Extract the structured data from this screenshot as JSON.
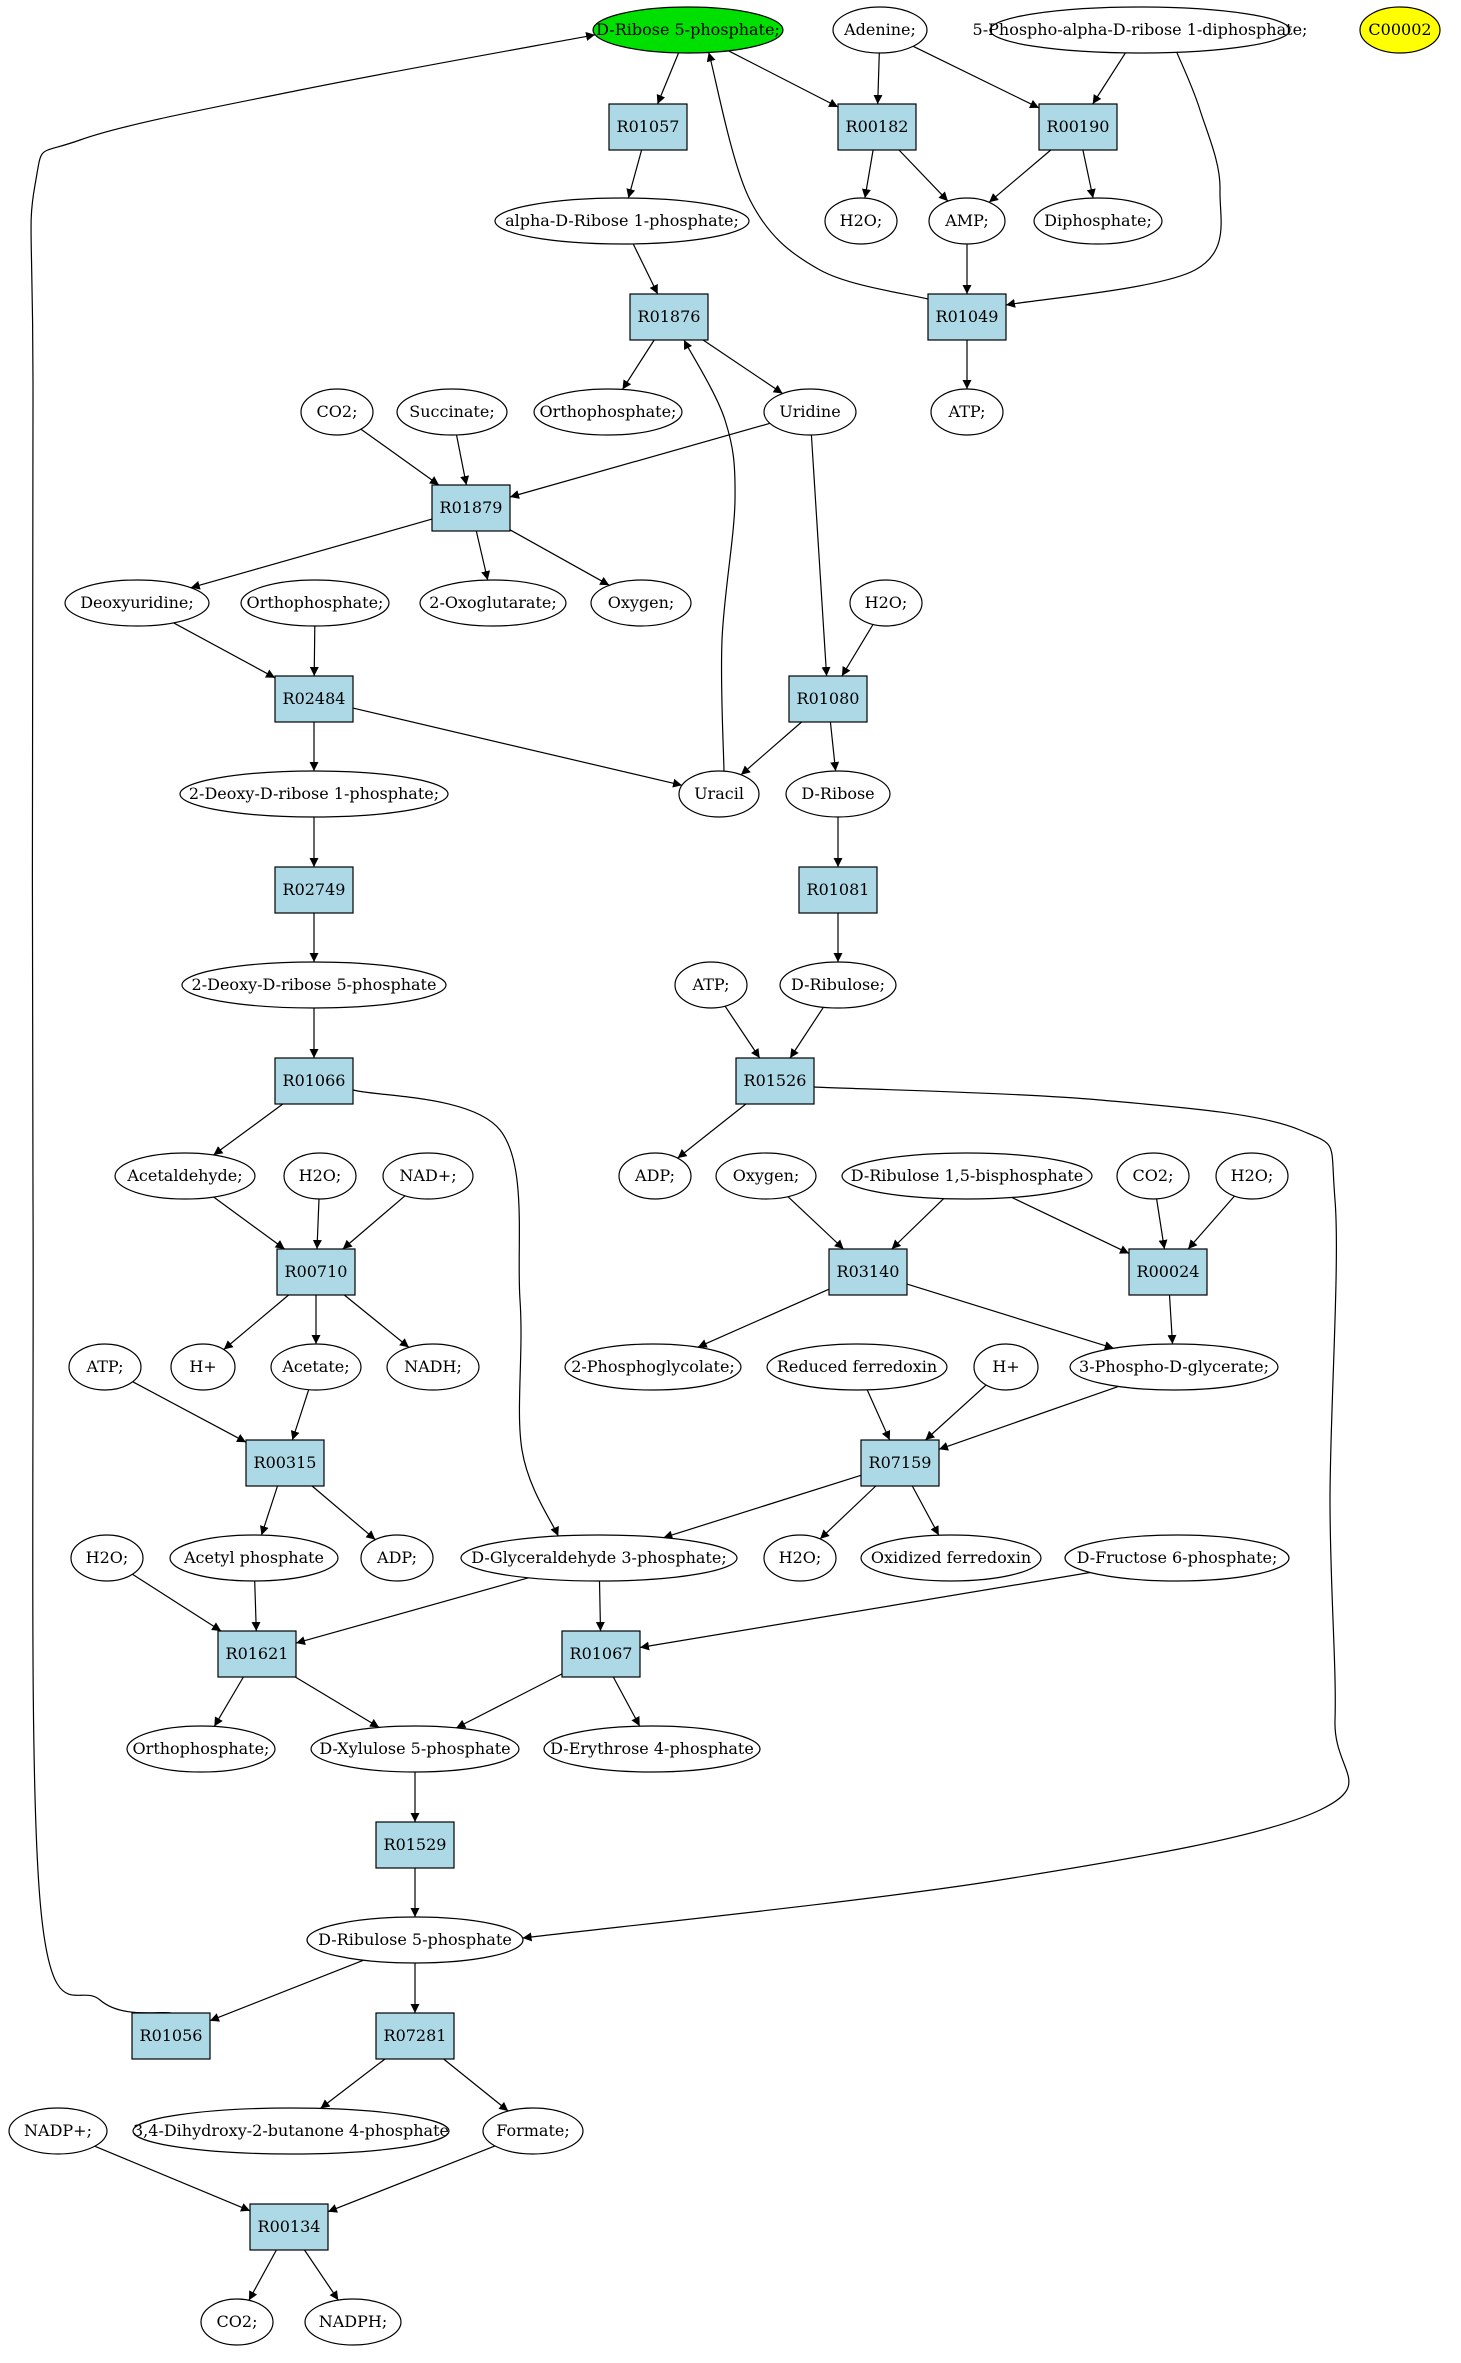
{
  "colors": {
    "compound": "#ffffff",
    "reaction": "#add8e6",
    "highlight": "#00e000",
    "marker": "#ffff00",
    "stroke": "#000000"
  },
  "nodes": [
    {
      "id": "c_r5p",
      "kind": "compound",
      "style": "highlight",
      "label": "D-Ribose 5-phosphate;"
    },
    {
      "id": "c_adenine",
      "kind": "compound",
      "label": "Adenine;"
    },
    {
      "id": "c_prpp",
      "kind": "compound",
      "label": "5-Phospho-alpha-D-ribose 1-diphosphate;"
    },
    {
      "id": "c_c00002",
      "kind": "compound",
      "style": "marker",
      "label": "C00002"
    },
    {
      "id": "r_R01057",
      "kind": "reaction",
      "label": "R01057"
    },
    {
      "id": "r_R00182",
      "kind": "reaction",
      "label": "R00182"
    },
    {
      "id": "r_R00190",
      "kind": "reaction",
      "label": "R00190"
    },
    {
      "id": "c_adr1p",
      "kind": "compound",
      "label": "alpha-D-Ribose 1-phosphate;"
    },
    {
      "id": "c_h2o_1",
      "kind": "compound",
      "label": "H2O;"
    },
    {
      "id": "c_amp",
      "kind": "compound",
      "label": "AMP;"
    },
    {
      "id": "c_diphos",
      "kind": "compound",
      "label": "Diphosphate;"
    },
    {
      "id": "r_R01876",
      "kind": "reaction",
      "label": "R01876"
    },
    {
      "id": "r_R01049",
      "kind": "reaction",
      "label": "R01049"
    },
    {
      "id": "c_co2_1",
      "kind": "compound",
      "label": "CO2;"
    },
    {
      "id": "c_succ",
      "kind": "compound",
      "label": "Succinate;"
    },
    {
      "id": "c_ortho_1",
      "kind": "compound",
      "label": "Orthophosphate;"
    },
    {
      "id": "c_uridine",
      "kind": "compound",
      "label": "Uridine"
    },
    {
      "id": "c_atp_1",
      "kind": "compound",
      "label": "ATP;"
    },
    {
      "id": "r_R01879",
      "kind": "reaction",
      "label": "R01879"
    },
    {
      "id": "c_deoxyu",
      "kind": "compound",
      "label": "Deoxyuridine;"
    },
    {
      "id": "c_ortho_2",
      "kind": "compound",
      "label": "Orthophosphate;"
    },
    {
      "id": "c_oxoglu",
      "kind": "compound",
      "label": "2-Oxoglutarate;"
    },
    {
      "id": "c_oxygen_1",
      "kind": "compound",
      "label": "Oxygen;"
    },
    {
      "id": "c_h2o_2",
      "kind": "compound",
      "label": "H2O;"
    },
    {
      "id": "r_R02484",
      "kind": "reaction",
      "label": "R02484"
    },
    {
      "id": "r_R01080",
      "kind": "reaction",
      "label": "R01080"
    },
    {
      "id": "c_dr1p",
      "kind": "compound",
      "label": "2-Deoxy-D-ribose 1-phosphate;"
    },
    {
      "id": "c_uracil",
      "kind": "compound",
      "label": "Uracil"
    },
    {
      "id": "c_dribose",
      "kind": "compound",
      "label": "D-Ribose"
    },
    {
      "id": "r_R02749",
      "kind": "reaction",
      "label": "R02749"
    },
    {
      "id": "r_R01081",
      "kind": "reaction",
      "label": "R01081"
    },
    {
      "id": "c_dr5p",
      "kind": "compound",
      "label": "2-Deoxy-D-ribose 5-phosphate"
    },
    {
      "id": "c_atp_2",
      "kind": "compound",
      "label": "ATP;"
    },
    {
      "id": "c_dribulose",
      "kind": "compound",
      "label": "D-Ribulose;"
    },
    {
      "id": "r_R01066",
      "kind": "reaction",
      "label": "R01066"
    },
    {
      "id": "r_R01526",
      "kind": "reaction",
      "label": "R01526"
    },
    {
      "id": "c_acetald",
      "kind": "compound",
      "label": "Acetaldehyde;"
    },
    {
      "id": "c_h2o_3",
      "kind": "compound",
      "label": "H2O;"
    },
    {
      "id": "c_nadp_ox",
      "kind": "compound",
      "label": "NAD+;"
    },
    {
      "id": "c_adp_1",
      "kind": "compound",
      "label": "ADP;"
    },
    {
      "id": "c_oxygen_2",
      "kind": "compound",
      "label": "Oxygen;"
    },
    {
      "id": "c_rubp",
      "kind": "compound",
      "label": "D-Ribulose 1,5-bisphosphate"
    },
    {
      "id": "c_co2_2",
      "kind": "compound",
      "label": "CO2;"
    },
    {
      "id": "c_h2o_4",
      "kind": "compound",
      "label": "H2O;"
    },
    {
      "id": "r_R00710",
      "kind": "reaction",
      "label": "R00710"
    },
    {
      "id": "r_R03140",
      "kind": "reaction",
      "label": "R03140"
    },
    {
      "id": "r_R00024",
      "kind": "reaction",
      "label": "R00024"
    },
    {
      "id": "c_atp_3",
      "kind": "compound",
      "label": "ATP;"
    },
    {
      "id": "c_hplus_1",
      "kind": "compound",
      "label": "H+"
    },
    {
      "id": "c_acetate",
      "kind": "compound",
      "label": "Acetate;"
    },
    {
      "id": "c_nadh",
      "kind": "compound",
      "label": "NADH;"
    },
    {
      "id": "c_2pg",
      "kind": "compound",
      "label": "2-Phosphoglycolate;"
    },
    {
      "id": "c_redfd",
      "kind": "compound",
      "label": "Reduced ferredoxin"
    },
    {
      "id": "c_hplus_2",
      "kind": "compound",
      "label": "H+"
    },
    {
      "id": "c_3pg",
      "kind": "compound",
      "label": "3-Phospho-D-glycerate;"
    },
    {
      "id": "r_R00315",
      "kind": "reaction",
      "label": "R00315"
    },
    {
      "id": "r_R07159",
      "kind": "reaction",
      "label": "R07159"
    },
    {
      "id": "c_h2o_5",
      "kind": "compound",
      "label": "H2O;"
    },
    {
      "id": "c_acetylp",
      "kind": "compound",
      "label": "Acetyl phosphate"
    },
    {
      "id": "c_adp_2",
      "kind": "compound",
      "label": "ADP;"
    },
    {
      "id": "c_g3p",
      "kind": "compound",
      "label": "D-Glyceraldehyde 3-phosphate;"
    },
    {
      "id": "c_h2o_6",
      "kind": "compound",
      "label": "H2O;"
    },
    {
      "id": "c_oxfd",
      "kind": "compound",
      "label": "Oxidized ferredoxin"
    },
    {
      "id": "c_f6p",
      "kind": "compound",
      "label": "D-Fructose 6-phosphate;"
    },
    {
      "id": "r_R01621",
      "kind": "reaction",
      "label": "R01621"
    },
    {
      "id": "r_R01067",
      "kind": "reaction",
      "label": "R01067"
    },
    {
      "id": "c_ortho_3",
      "kind": "compound",
      "label": "Orthophosphate;"
    },
    {
      "id": "c_xu5p",
      "kind": "compound",
      "label": "D-Xylulose 5-phosphate"
    },
    {
      "id": "c_e4p",
      "kind": "compound",
      "label": "D-Erythrose 4-phosphate"
    },
    {
      "id": "r_R01529",
      "kind": "reaction",
      "label": "R01529"
    },
    {
      "id": "c_ru5p",
      "kind": "compound",
      "label": "D-Ribulose 5-phosphate"
    },
    {
      "id": "r_R01056",
      "kind": "reaction",
      "label": "R01056"
    },
    {
      "id": "r_R07281",
      "kind": "reaction",
      "label": "R07281"
    },
    {
      "id": "c_nadp",
      "kind": "compound",
      "label": "NADP+;"
    },
    {
      "id": "c_dhbp",
      "kind": "compound",
      "label": "3,4-Dihydroxy-2-butanone 4-phosphate"
    },
    {
      "id": "c_formate",
      "kind": "compound",
      "label": "Formate;"
    },
    {
      "id": "r_R00134",
      "kind": "reaction",
      "label": "R00134"
    },
    {
      "id": "c_co2_3",
      "kind": "compound",
      "label": "CO2;"
    },
    {
      "id": "c_nadph",
      "kind": "compound",
      "label": "NADPH;"
    }
  ],
  "edges": [
    {
      "from": "c_r5p",
      "to": "r_R01057"
    },
    {
      "from": "c_r5p",
      "to": "r_R00182"
    },
    {
      "from": "c_adenine",
      "to": "r_R00182"
    },
    {
      "from": "c_adenine",
      "to": "r_R00190"
    },
    {
      "from": "c_prpp",
      "to": "r_R00190"
    },
    {
      "from": "c_prpp",
      "to": "r_R01049"
    },
    {
      "from": "r_R01057",
      "to": "c_adr1p"
    },
    {
      "from": "r_R00182",
      "to": "c_h2o_1"
    },
    {
      "from": "r_R00182",
      "to": "c_amp"
    },
    {
      "from": "r_R00190",
      "to": "c_amp"
    },
    {
      "from": "r_R00190",
      "to": "c_diphos"
    },
    {
      "from": "c_adr1p",
      "to": "r_R01876"
    },
    {
      "from": "c_amp",
      "to": "r_R01049"
    },
    {
      "from": "r_R01049",
      "to": "c_r5p"
    },
    {
      "from": "r_R01049",
      "to": "c_atp_1"
    },
    {
      "from": "r_R01876",
      "to": "c_ortho_1"
    },
    {
      "from": "r_R01876",
      "to": "c_uridine"
    },
    {
      "from": "c_uracil",
      "to": "r_R01876"
    },
    {
      "from": "c_co2_1",
      "to": "r_R01879"
    },
    {
      "from": "c_succ",
      "to": "r_R01879"
    },
    {
      "from": "c_uridine",
      "to": "r_R01879"
    },
    {
      "from": "c_uridine",
      "to": "r_R01080"
    },
    {
      "from": "r_R01879",
      "to": "c_deoxyu"
    },
    {
      "from": "r_R01879",
      "to": "c_oxoglu"
    },
    {
      "from": "r_R01879",
      "to": "c_oxygen_1"
    },
    {
      "from": "c_deoxyu",
      "to": "r_R02484"
    },
    {
      "from": "c_ortho_2",
      "to": "r_R02484"
    },
    {
      "from": "c_h2o_2",
      "to": "r_R01080"
    },
    {
      "from": "r_R02484",
      "to": "c_dr1p"
    },
    {
      "from": "r_R02484",
      "to": "c_uracil"
    },
    {
      "from": "r_R01080",
      "to": "c_uracil"
    },
    {
      "from": "r_R01080",
      "to": "c_dribose"
    },
    {
      "from": "c_dr1p",
      "to": "r_R02749"
    },
    {
      "from": "c_dribose",
      "to": "r_R01081"
    },
    {
      "from": "r_R02749",
      "to": "c_dr5p"
    },
    {
      "from": "r_R01081",
      "to": "c_dribulose"
    },
    {
      "from": "c_dr5p",
      "to": "r_R01066"
    },
    {
      "from": "c_atp_2",
      "to": "r_R01526"
    },
    {
      "from": "c_dribulose",
      "to": "r_R01526"
    },
    {
      "from": "r_R01066",
      "to": "c_acetald"
    },
    {
      "from": "r_R01066",
      "to": "c_g3p"
    },
    {
      "from": "r_R01526",
      "to": "c_adp_1"
    },
    {
      "from": "r_R01526",
      "to": "c_ru5p"
    },
    {
      "from": "c_acetald",
      "to": "r_R00710"
    },
    {
      "from": "c_h2o_3",
      "to": "r_R00710"
    },
    {
      "from": "c_nadp_ox",
      "to": "r_R00710"
    },
    {
      "from": "c_oxygen_2",
      "to": "r_R03140"
    },
    {
      "from": "c_rubp",
      "to": "r_R03140"
    },
    {
      "from": "c_rubp",
      "to": "r_R00024"
    },
    {
      "from": "c_co2_2",
      "to": "r_R00024"
    },
    {
      "from": "c_h2o_4",
      "to": "r_R00024"
    },
    {
      "from": "r_R00710",
      "to": "c_hplus_1"
    },
    {
      "from": "r_R00710",
      "to": "c_acetate"
    },
    {
      "from": "r_R00710",
      "to": "c_nadh"
    },
    {
      "from": "r_R03140",
      "to": "c_2pg"
    },
    {
      "from": "r_R03140",
      "to": "c_3pg"
    },
    {
      "from": "r_R00024",
      "to": "c_3pg"
    },
    {
      "from": "c_atp_3",
      "to": "r_R00315"
    },
    {
      "from": "c_acetate",
      "to": "r_R00315"
    },
    {
      "from": "c_redfd",
      "to": "r_R07159"
    },
    {
      "from": "c_hplus_2",
      "to": "r_R07159"
    },
    {
      "from": "c_3pg",
      "to": "r_R07159"
    },
    {
      "from": "r_R00315",
      "to": "c_acetylp"
    },
    {
      "from": "r_R00315",
      "to": "c_adp_2"
    },
    {
      "from": "r_R07159",
      "to": "c_g3p"
    },
    {
      "from": "r_R07159",
      "to": "c_h2o_6"
    },
    {
      "from": "r_R07159",
      "to": "c_oxfd"
    },
    {
      "from": "c_h2o_5",
      "to": "r_R01621"
    },
    {
      "from": "c_acetylp",
      "to": "r_R01621"
    },
    {
      "from": "c_g3p",
      "to": "r_R01621"
    },
    {
      "from": "c_g3p",
      "to": "r_R01067"
    },
    {
      "from": "c_f6p",
      "to": "r_R01067"
    },
    {
      "from": "r_R01621",
      "to": "c_ortho_3"
    },
    {
      "from": "r_R01621",
      "to": "c_xu5p"
    },
    {
      "from": "r_R01067",
      "to": "c_xu5p"
    },
    {
      "from": "r_R01067",
      "to": "c_e4p"
    },
    {
      "from": "c_xu5p",
      "to": "r_R01529"
    },
    {
      "from": "r_R01529",
      "to": "c_ru5p"
    },
    {
      "from": "c_ru5p",
      "to": "r_R01056"
    },
    {
      "from": "c_ru5p",
      "to": "r_R07281"
    },
    {
      "from": "r_R01056",
      "to": "c_r5p"
    },
    {
      "from": "r_R07281",
      "to": "c_dhbp"
    },
    {
      "from": "r_R07281",
      "to": "c_formate"
    },
    {
      "from": "c_nadp",
      "to": "r_R00134"
    },
    {
      "from": "c_formate",
      "to": "r_R00134"
    },
    {
      "from": "r_R00134",
      "to": "c_co2_3"
    },
    {
      "from": "r_R00134",
      "to": "c_nadph"
    }
  ]
}
